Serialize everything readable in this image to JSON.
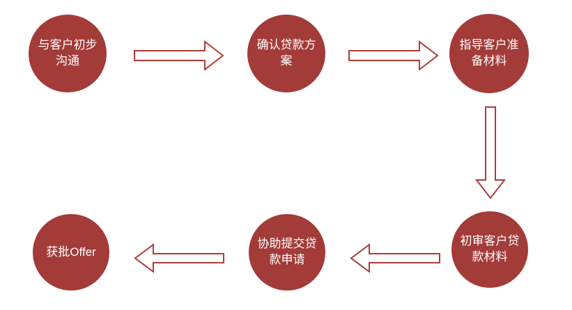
{
  "page": {
    "background": "#ffffff"
  },
  "colors": {
    "node_fill": "#A33B39",
    "arrow_outline": "#AE3B38",
    "arrow_fill": "#FFFFFF",
    "label_text": "#FFFFFF"
  },
  "diagram": {
    "type": "flowchart",
    "steps": [
      {
        "id": "step-1",
        "label": "与客户初步\n沟通"
      },
      {
        "id": "step-2",
        "label": "确认贷款方\n案"
      },
      {
        "id": "step-3",
        "label": "指导客户准\n备材料"
      },
      {
        "id": "step-4",
        "label": "初审客户贷\n款材料"
      },
      {
        "id": "step-5",
        "label": "协助提交贷\n款申请"
      },
      {
        "id": "step-6",
        "label": "获批Offer"
      }
    ],
    "arrows": [
      {
        "name": "arrow-right-icon",
        "direction": "right",
        "from": "step-1",
        "to": "step-2"
      },
      {
        "name": "arrow-right-icon",
        "direction": "right",
        "from": "step-2",
        "to": "step-3"
      },
      {
        "name": "arrow-down-icon",
        "direction": "down",
        "from": "step-3",
        "to": "step-4"
      },
      {
        "name": "arrow-left-icon",
        "direction": "left",
        "from": "step-4",
        "to": "step-5"
      },
      {
        "name": "arrow-left-icon",
        "direction": "left",
        "from": "step-5",
        "to": "step-6"
      }
    ]
  }
}
